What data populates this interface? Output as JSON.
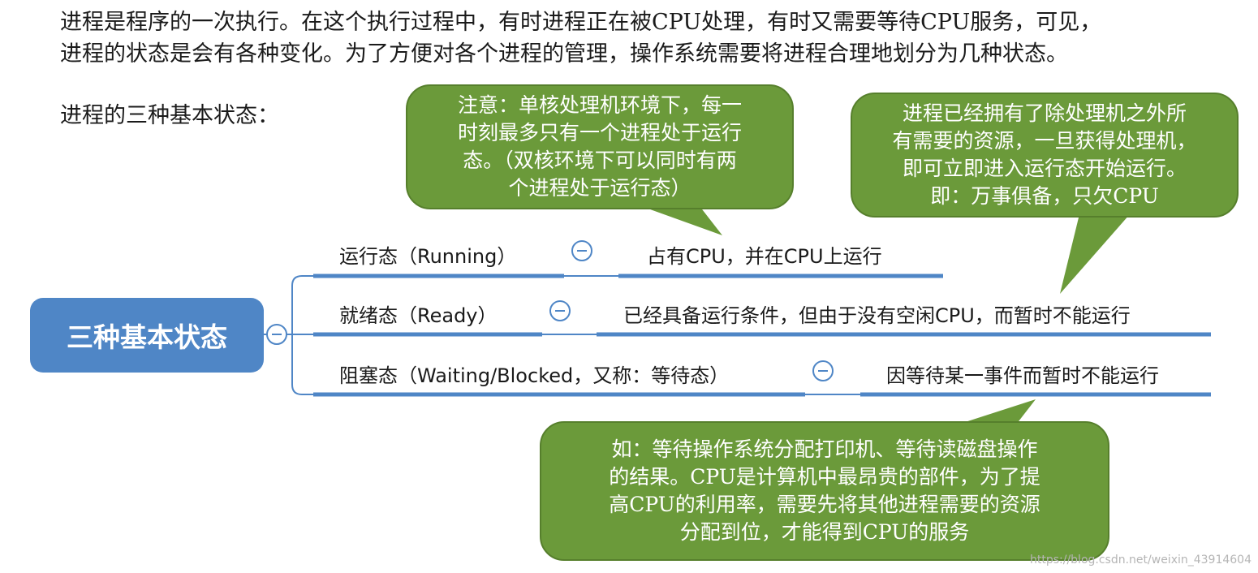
{
  "intro": {
    "line1": "进程是程序的一次执行。在这个执行过程中，有时进程正在被CPU处理，有时又需要等待CPU服务，可见，",
    "line2": "进程的状态是会有各种变化。为了方便对各个进程的管理，操作系统需要将进程合理地划分为几种状态。"
  },
  "heading": "进程的三种基本状态：",
  "callouts": {
    "single_core": [
      "注意：单核处理机环境下，每一",
      "时刻最多只有一个进程处于运行",
      "态。（双核环境下可以同时有两",
      "个进程处于运行态）"
    ],
    "ready": [
      "进程已经拥有了除处理机之外所",
      "有需要的资源，一旦获得处理机，",
      "即可立即进入运行态开始运行。",
      "即：万事俱备，只欠CPU"
    ],
    "blocked": [
      "如：等待操作系统分配打印机、等待读磁盘操作",
      "的结果。CPU是计算机中最昂贵的部件，为了提",
      "高CPU的利用率，需要先将其他进程需要的资源",
      "分配到位，才能得到CPU的服务"
    ]
  },
  "mindmap": {
    "root": "三种基本状态",
    "branches": [
      {
        "label": "运行态（Running）",
        "desc": "占有CPU，并在CPU上运行"
      },
      {
        "label": "就绪态（Ready）",
        "desc": "已经具备运行条件，但由于没有空闲CPU，而暂时不能运行"
      },
      {
        "label": "阻塞态（Waiting/Blocked，又称：等待态）",
        "desc": "因等待某一事件而暂时不能运行"
      }
    ]
  },
  "colors": {
    "callout_green": "#6b9a3a",
    "node_blue": "#4f86c6"
  },
  "watermark": "https://blog.csdn.net/weixin_43914604"
}
